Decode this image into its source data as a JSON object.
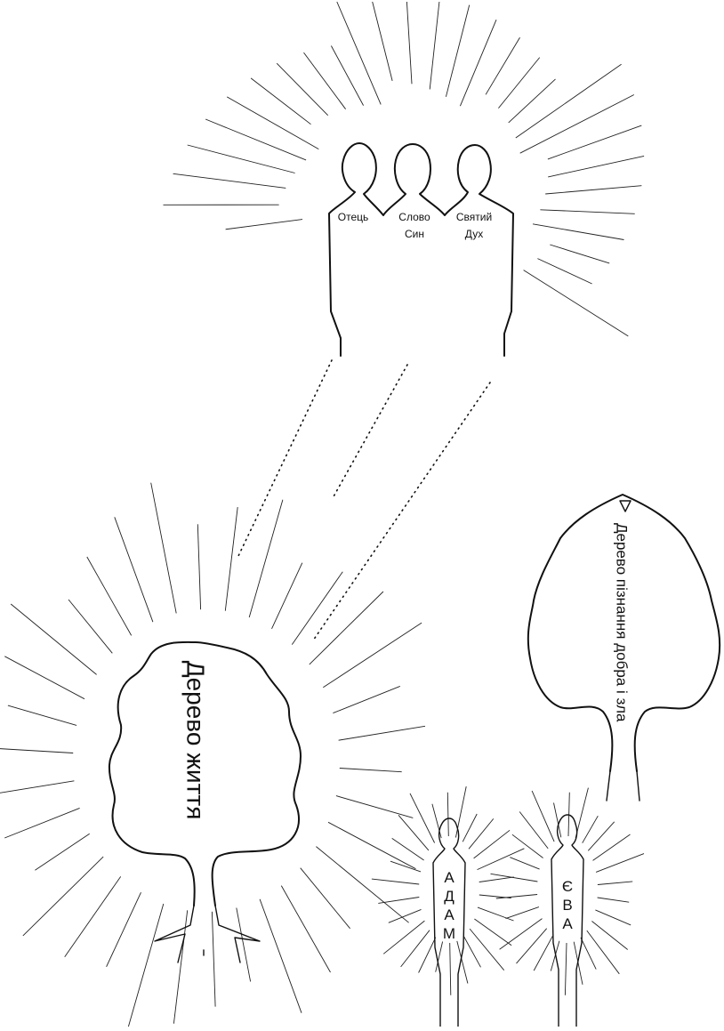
{
  "trinity": {
    "father": "Отець",
    "word_line1": "Слово",
    "word_line2": "Син",
    "spirit_line1": "Святий",
    "spirit_line2": "Дух"
  },
  "tree_of_life": {
    "label": "Дерево життя"
  },
  "tree_of_knowledge": {
    "label": "Дерево пізнання добра і зла"
  },
  "adam": {
    "letters": [
      "А",
      "Д",
      "А",
      "М"
    ]
  },
  "eve": {
    "letters": [
      "Є",
      "В",
      "А"
    ]
  }
}
